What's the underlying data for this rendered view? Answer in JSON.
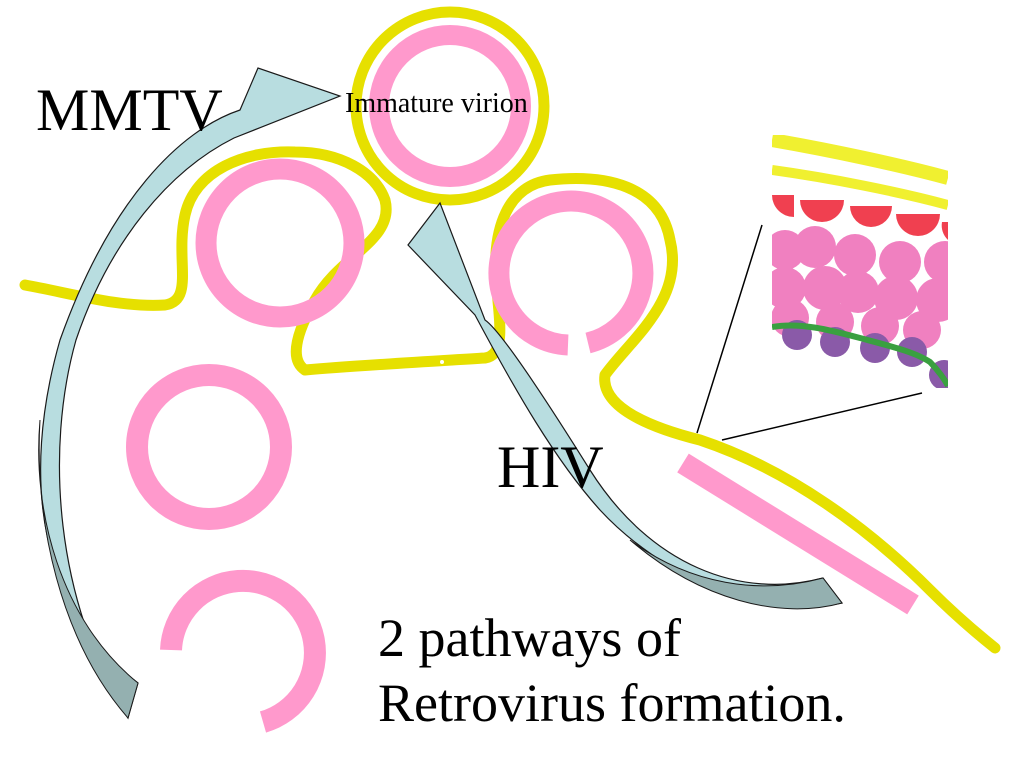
{
  "labels": {
    "mmtv": "MMTV",
    "immature_virion": "Immature virion",
    "hiv": "HIV"
  },
  "caption": {
    "line1": "2 pathways of",
    "line2": "Retrovirus formation."
  },
  "colors": {
    "membrane": "#e6e000",
    "capsid": "#ff99cc",
    "arrow_light": "#b8dde0",
    "arrow_dark": "#94b0b0",
    "inset_red": "#f04050",
    "inset_pink": "#f080c0",
    "inset_purple": "#8a5aa8",
    "inset_green": "#3aa040",
    "inset_yellow": "#f0f030"
  }
}
